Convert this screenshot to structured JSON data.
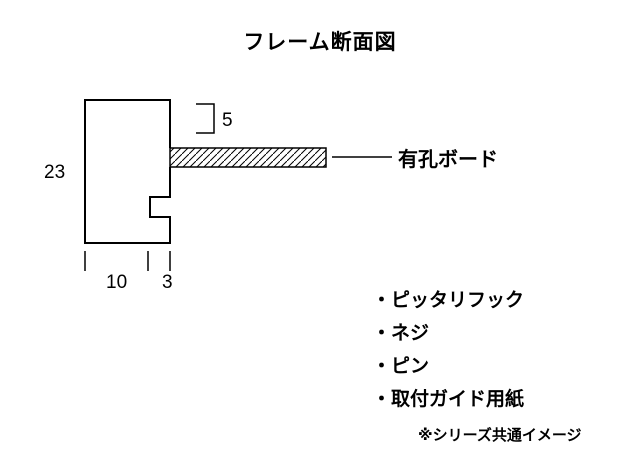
{
  "title": "フレーム断面図",
  "diagram": {
    "dimensions": {
      "height": "23",
      "lip_depth": "5",
      "width_main": "10",
      "width_lip": "3"
    },
    "board_label": "有孔ボード"
  },
  "accessories": {
    "items": [
      "・ピッタリフック",
      "・ネジ",
      "・ピン",
      "・取付ガイド用紙"
    ]
  },
  "note": "※シリーズ共通イメージ",
  "colors": {
    "line": "#000000",
    "background": "#ffffff"
  }
}
